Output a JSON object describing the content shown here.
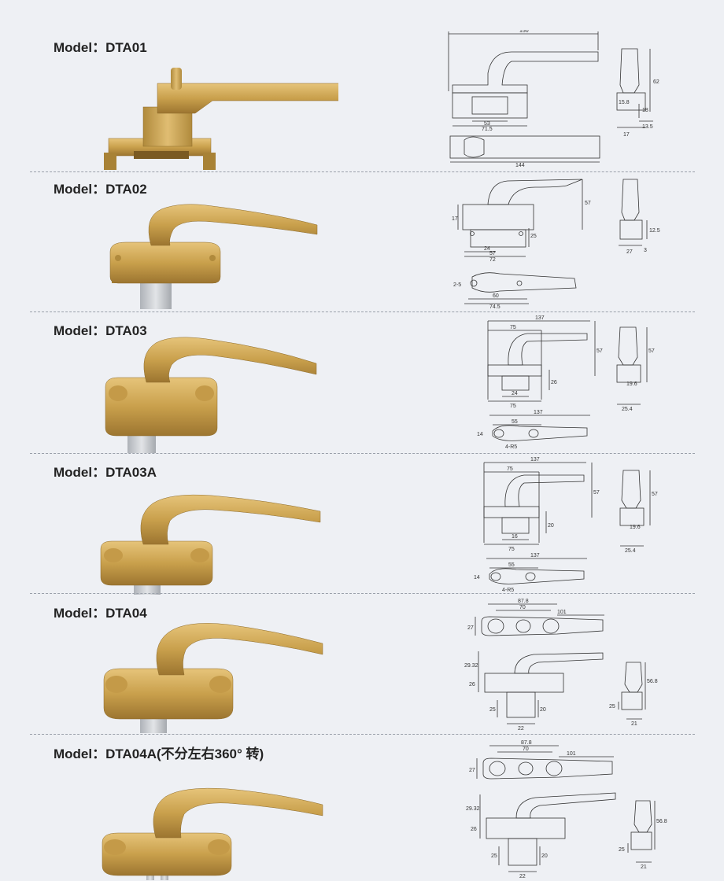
{
  "colors": {
    "gold_light": "#d8b466",
    "gold": "#c59a44",
    "gold_dark": "#9a742e",
    "steel": "#c9ccd0",
    "line": "#333333"
  },
  "models": [
    {
      "title": "Model：DTA01",
      "dims": {
        "a": "150",
        "b": "53",
        "c": "71.5",
        "d": "144",
        "e": "62",
        "f": "15.8",
        "g": "18",
        "h": "13.5",
        "i": "17"
      }
    },
    {
      "title": "Model：DTA02",
      "dims": {
        "a": "57",
        "b": "17",
        "c": "24",
        "d": "57",
        "e": "72",
        "f": "25",
        "g": "12.5",
        "h": "27",
        "i": "3",
        "j": "60",
        "k": "74.5",
        "l": "2-5"
      }
    },
    {
      "title": "Model：DTA03",
      "dims": {
        "a": "137",
        "b": "75",
        "c": "57",
        "d": "26",
        "e": "24",
        "f": "75",
        "g": "57",
        "h": "19.6",
        "i": "25.4",
        "j": "137",
        "k": "55",
        "l": "4-R5",
        "m": "14"
      }
    },
    {
      "title": "Model：DTA03A",
      "dims": {
        "a": "137",
        "b": "75",
        "c": "57",
        "d": "20",
        "e": "16",
        "f": "75",
        "g": "57",
        "h": "19.6",
        "i": "25.4",
        "j": "137",
        "k": "55",
        "l": "4-R5",
        "m": "14"
      }
    },
    {
      "title": "Model：DTA04",
      "dims": {
        "a": "87.8",
        "b": "70",
        "c": "101",
        "d": "27",
        "e": "29.32",
        "f": "26",
        "g": "25",
        "h": "20",
        "i": "22",
        "j": "56.8",
        "k": "25",
        "l": "21"
      }
    },
    {
      "title": "Model：DTA04A(不分左右360° 转)",
      "dims": {
        "a": "87.8",
        "b": "70",
        "c": "101",
        "d": "27",
        "e": "29.32",
        "f": "26",
        "g": "25",
        "h": "20",
        "i": "22",
        "j": "56.8",
        "k": "25",
        "l": "21"
      }
    }
  ]
}
